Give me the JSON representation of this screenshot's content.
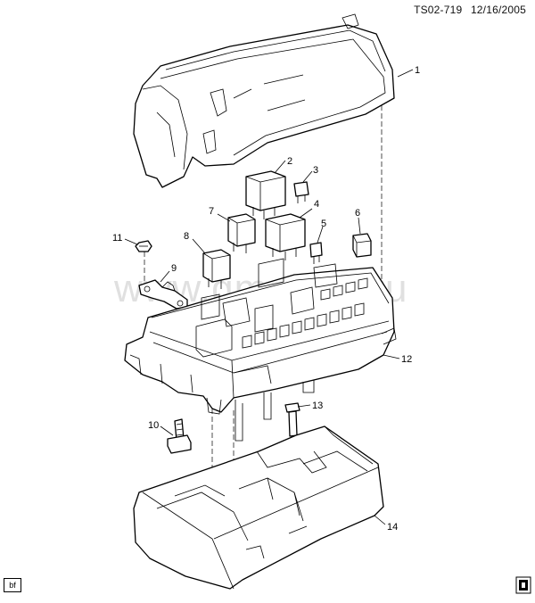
{
  "header": {
    "code": "TS02-719",
    "date": "12/16/2005"
  },
  "watermark": "www.gm-opel.ru",
  "badge": "bf",
  "callouts": [
    "1",
    "2",
    "3",
    "4",
    "5",
    "6",
    "7",
    "8",
    "9",
    "10",
    "11",
    "12",
    "13",
    "14"
  ]
}
